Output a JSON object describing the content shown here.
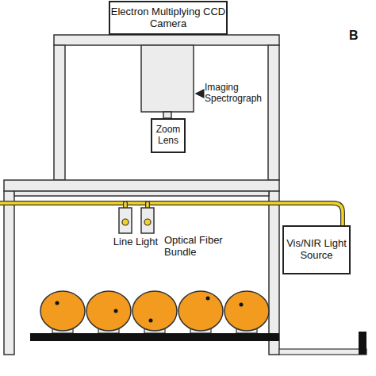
{
  "diagram": {
    "nodes": [
      {
        "text": [
          "Electron Multiplying CCD Camera"
        ]
      },
      {
        "text": [
          "Zoom Lens"
        ]
      },
      {
        "text": [
          "Vis/NIR Light Source"
        ]
      }
    ],
    "labels": [
      "Imaging Spectrograph",
      "Line Light",
      "Optical Fiber Bundle",
      "B"
    ]
  }
}
